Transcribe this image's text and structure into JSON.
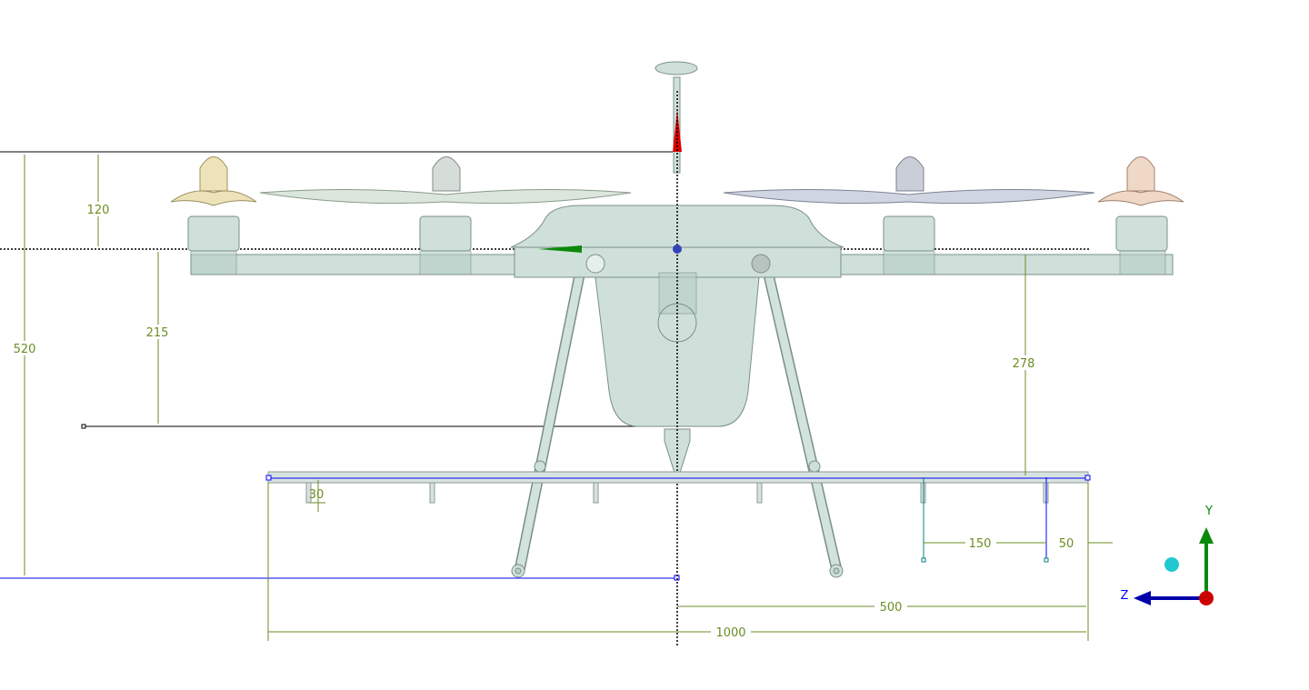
{
  "view": {
    "axis_triad": {
      "y_label": "Y",
      "z_label": "Z",
      "x_color": "#cc0000",
      "y_color": "#0a8a0a",
      "z_color": "#0000aa"
    },
    "colors": {
      "dimension": "#6b8e23",
      "reference_line": "#0000ff",
      "model": "#cfe0da"
    }
  },
  "dimensions": {
    "d520": "520",
    "d120": "120",
    "d215": "215",
    "d278": "278",
    "d30": "30",
    "d150": "150",
    "d50": "50",
    "d500": "500",
    "d1000": "1000"
  }
}
